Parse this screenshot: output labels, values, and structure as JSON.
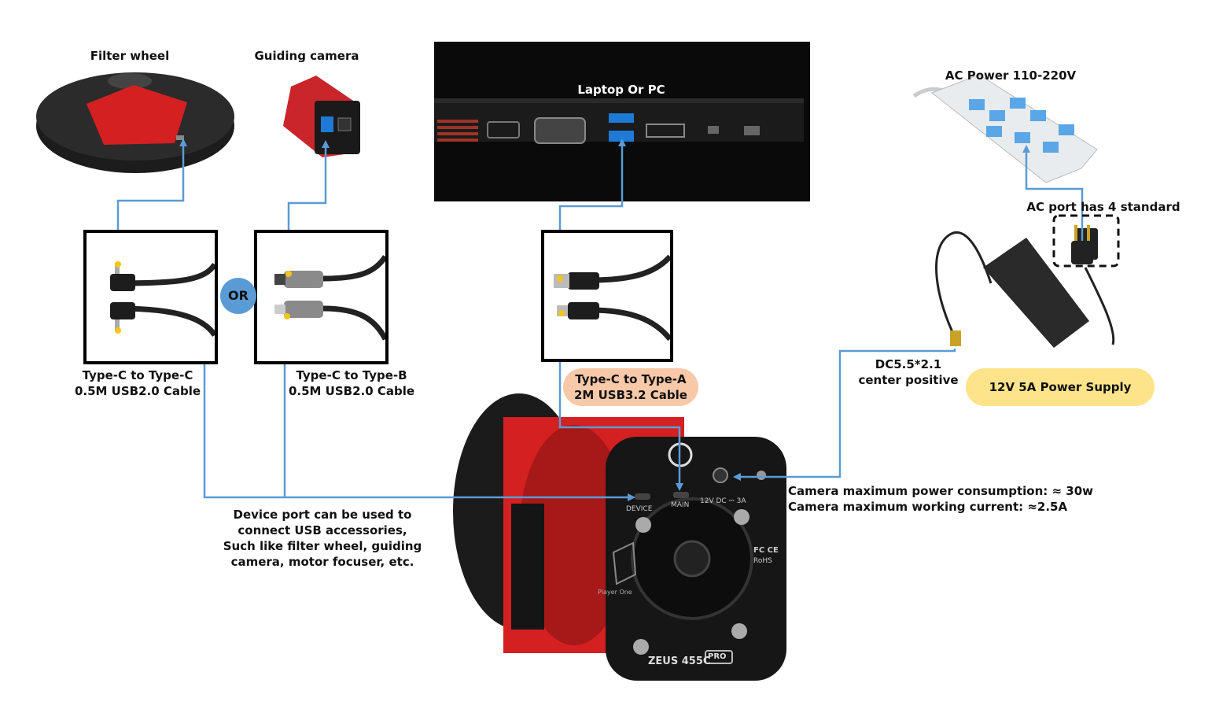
{
  "labels": {
    "filter_wheel": "Filter wheel",
    "guiding_camera": "Guiding camera",
    "laptop": "Laptop Or PC",
    "ac_power": "AC Power 110-220V",
    "ac_port": "AC port has 4 standard",
    "or": "OR",
    "cable_cc_line1": "Type-C to Type-C",
    "cable_cc_line2": "0.5M USB2.0 Cable",
    "cable_cb_line1": "Type-C to Type-B",
    "cable_cb_line2": "0.5M USB2.0 Cable",
    "cable_ca_line1": "Type-C to Type-A",
    "cable_ca_line2": "2M USB3.2 Cable",
    "dc_line1": "DC5.5*2.1",
    "dc_line2": "center positive",
    "psu": "12V 5A Power Supply",
    "power_line1": "Camera maximum power consumption: ≈ 30w",
    "power_line2": "Camera maximum working current: ≈2.5A",
    "device_line1": "Device port can be used to",
    "device_line2": "connect USB accessories,",
    "device_line3": "Such like filter wheel, guiding",
    "device_line4": "camera, motor focuser, etc."
  },
  "camera": {
    "port_device": "DEVICE",
    "port_main": "MAIN",
    "port_dc": "12V DC ⎓ 3A",
    "brand": "Player One",
    "model": "ZEUS 455C",
    "model_tag": "PRO",
    "cert": "FC CE",
    "rohs": "RoHS"
  },
  "colors": {
    "connector_line": "#5b9bd5",
    "orange_pill": "#f8c9a8",
    "yellow_pill": "#fde38a",
    "camera_red": "#d42020",
    "laptop_bg": "#0a0a0a"
  }
}
